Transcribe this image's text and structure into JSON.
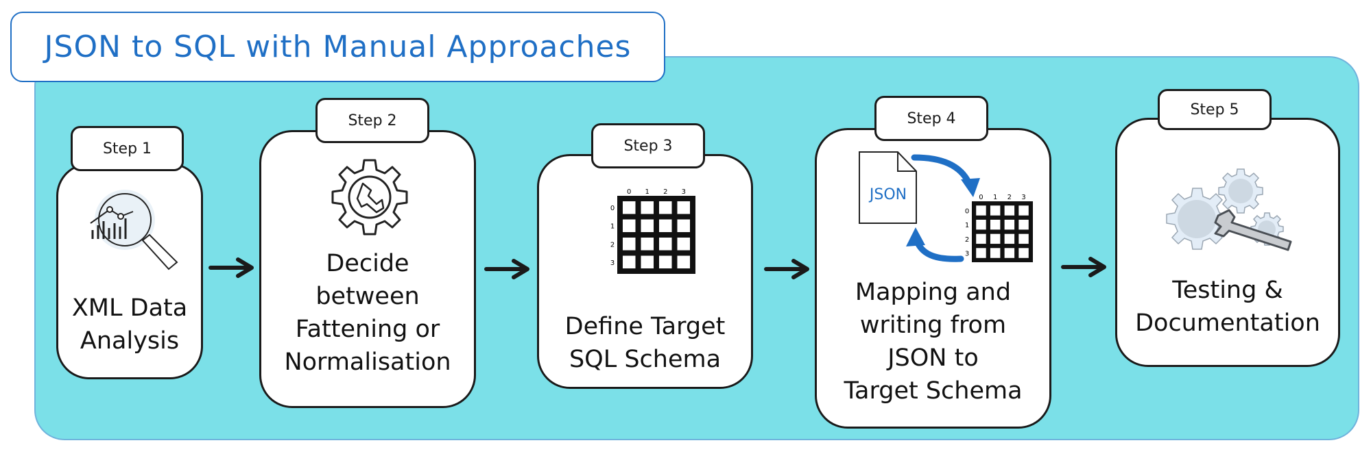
{
  "title": "JSON to SQL with Manual Approaches",
  "colors": {
    "panel": "#7be0e8",
    "title_text": "#1f6fc5",
    "accent_blue": "#1f6fc5",
    "ink": "#1a1a1a"
  },
  "steps": [
    {
      "tab": "Step 1",
      "label": "XML Data\nAnalysis",
      "icon": "magnifier-chart-icon"
    },
    {
      "tab": "Step 2",
      "label": "Decide\nbetween\nFattening or\nNormalisation",
      "icon": "gear-wrench-icon"
    },
    {
      "tab": "Step 3",
      "label": "Define Target\nSQL Schema",
      "icon": "table-grid-icon"
    },
    {
      "tab": "Step 4",
      "label": "Mapping and\nwriting from\nJSON to\nTarget Schema",
      "icon": "json-to-table-mapping-icon"
    },
    {
      "tab": "Step 5",
      "label": "Testing &\nDocumentation",
      "icon": "gears-wrench-icon"
    }
  ],
  "grid": {
    "col_labels": [
      "0",
      "1",
      "2",
      "3"
    ],
    "row_labels": [
      "0",
      "1",
      "2",
      "3"
    ]
  },
  "json_doc_label": "JSON"
}
